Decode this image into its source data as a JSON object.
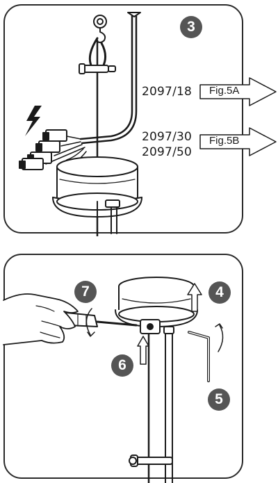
{
  "step_badges": {
    "top": "3",
    "raise": "4",
    "hex_key": "5",
    "grub_screw": "6",
    "screwdriver": "7"
  },
  "model_codes": {
    "a": "2097/18",
    "b_line1": "2097/30",
    "b_line2": "2097/50"
  },
  "figure_refs": {
    "a": "Fig.5A",
    "b": "Fig.5B"
  },
  "colors": {
    "badge": "#555555",
    "line": "#1a1a1a",
    "outline": "#2a2a2a"
  },
  "icons": [
    "lightning-icon",
    "arrow-up-icon",
    "rotate-arrow-icon",
    "hex-key-icon",
    "screwdriver-icon"
  ]
}
